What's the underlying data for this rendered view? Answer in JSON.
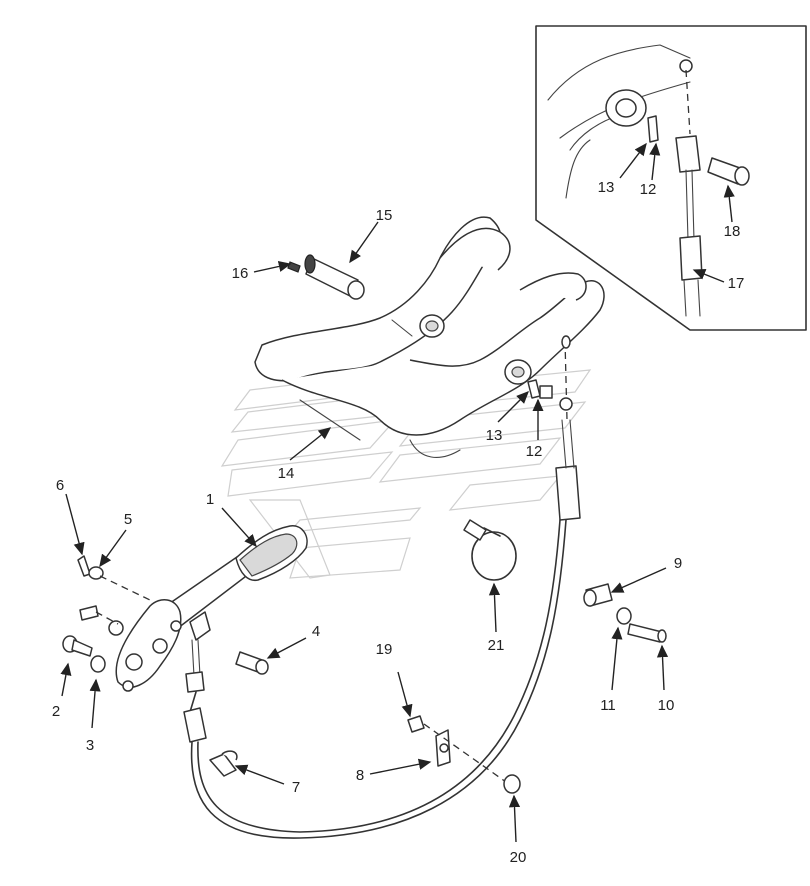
{
  "diagram": {
    "callouts": [
      {
        "id": "c1",
        "text": "1"
      },
      {
        "id": "c2",
        "text": "2"
      },
      {
        "id": "c3",
        "text": "3"
      },
      {
        "id": "c4",
        "text": "4"
      },
      {
        "id": "c5",
        "text": "5"
      },
      {
        "id": "c6",
        "text": "6"
      },
      {
        "id": "c7",
        "text": "7"
      },
      {
        "id": "c8",
        "text": "8"
      },
      {
        "id": "c9",
        "text": "9"
      },
      {
        "id": "c10",
        "text": "10"
      },
      {
        "id": "c11",
        "text": "11"
      },
      {
        "id": "c12",
        "text": "12"
      },
      {
        "id": "c13",
        "text": "13"
      },
      {
        "id": "c14",
        "text": "14"
      },
      {
        "id": "c15",
        "text": "15"
      },
      {
        "id": "c16",
        "text": "16"
      },
      {
        "id": "c17",
        "text": "17"
      },
      {
        "id": "c18",
        "text": "18"
      },
      {
        "id": "c19",
        "text": "19"
      },
      {
        "id": "c20",
        "text": "20"
      },
      {
        "id": "c21",
        "text": "21"
      },
      {
        "id": "c12b",
        "text": "12"
      },
      {
        "id": "c13b",
        "text": "13"
      }
    ],
    "colors": {
      "line": "#333333",
      "background": "#ffffff",
      "watermark": "#cfcfcf"
    }
  }
}
